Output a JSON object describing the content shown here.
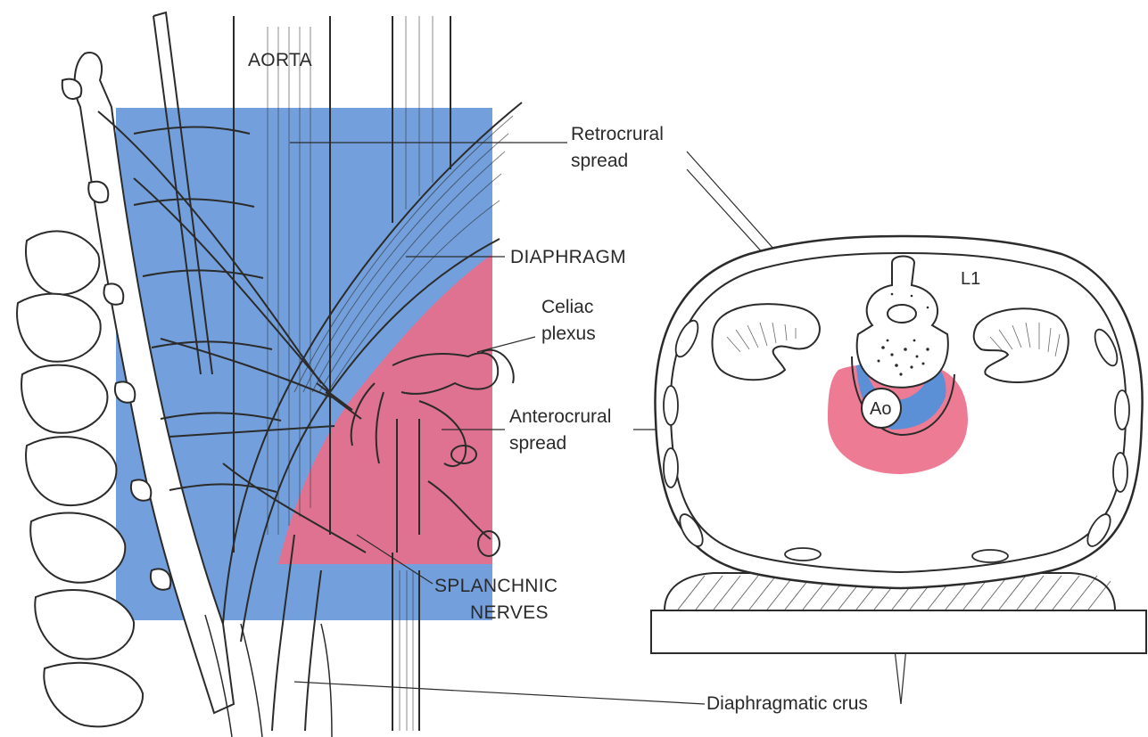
{
  "labels": {
    "aorta": "AORTA",
    "retrocrural_line1": "Retrocrural",
    "retrocrural_line2": "spread",
    "diaphragm": "DIAPHRAGM",
    "celiac_line1": "Celiac",
    "celiac_line2": "plexus",
    "anterocrural_line1": "Anterocrural",
    "anterocrural_line2": "spread",
    "splanchnic_line1": "SPLANCHNIC",
    "splanchnic_line2": "NERVES",
    "diaphragmatic_crus": "Diaphragmatic crus",
    "vertebra": "L1",
    "aorta_cross_section": "Ao"
  },
  "colors": {
    "retrocrural_region": "#5b8fd6",
    "anterocrural_region": "#ec6d88",
    "line_art": "#2b2b2b"
  }
}
